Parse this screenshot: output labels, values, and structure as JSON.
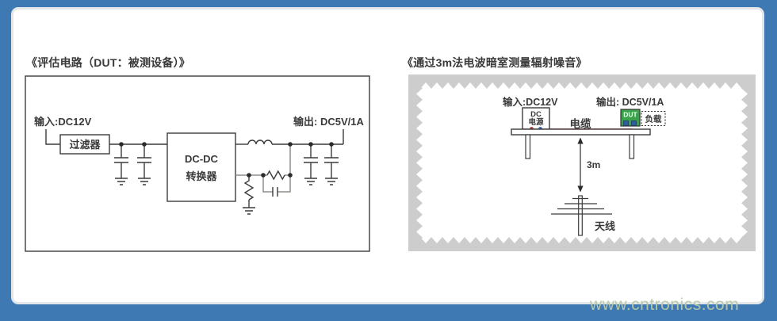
{
  "watermark": "www.cntronics.com",
  "colors": {
    "frame_blue": "#3e79b4",
    "chamber_gray": "#cdcdcd",
    "dut_green": "#3aa24b",
    "terminal_blue": "#2d5f9e",
    "terminal_red": "#a63a35",
    "cable_red": "#c2463e",
    "line_dark": "#3c3c3c",
    "line_gray": "#8d8d88"
  },
  "left_panel": {
    "title": "《评估电路（DUT：被测设备）》",
    "input_label": "输入:DC12V",
    "output_label": "输出: DC5V/1A",
    "filter_label": "过滤器",
    "converter_line1": "DC-DC",
    "converter_line2": "转换器"
  },
  "right_panel": {
    "title": "《通过3m法电波暗室测量辐射噪音》",
    "input_label": "输入:DC12V",
    "output_label": "输出: DC5V/1A",
    "dc_source_line1": "DC",
    "dc_source_line2": "电源",
    "cable_label": "电缆",
    "dut_label": "DUT",
    "load_label": "负载",
    "distance_label": "3m",
    "antenna_label": "天线"
  }
}
